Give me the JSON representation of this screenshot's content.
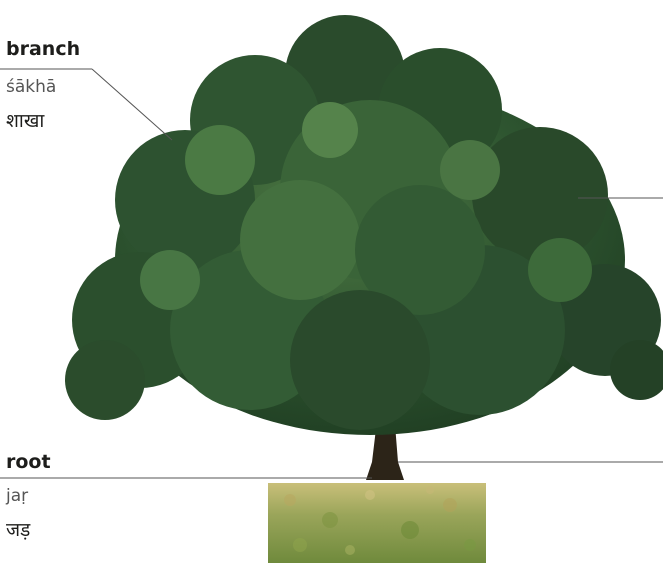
{
  "labels": {
    "branch": {
      "term": "branch",
      "transliteration": "śākhā",
      "native": "शाखा"
    },
    "root": {
      "term": "root",
      "transliteration": "jaṛ",
      "native": "जड़"
    }
  },
  "colors": {
    "text": "#1d1d1b",
    "transliteration": "#555555",
    "leader_line": "#555555",
    "foliage_dark": "#1f3d22",
    "foliage_mid": "#2e5530",
    "foliage_light": "#4f7a44",
    "trunk": "#2c2418",
    "grass": "#9aa55a"
  }
}
